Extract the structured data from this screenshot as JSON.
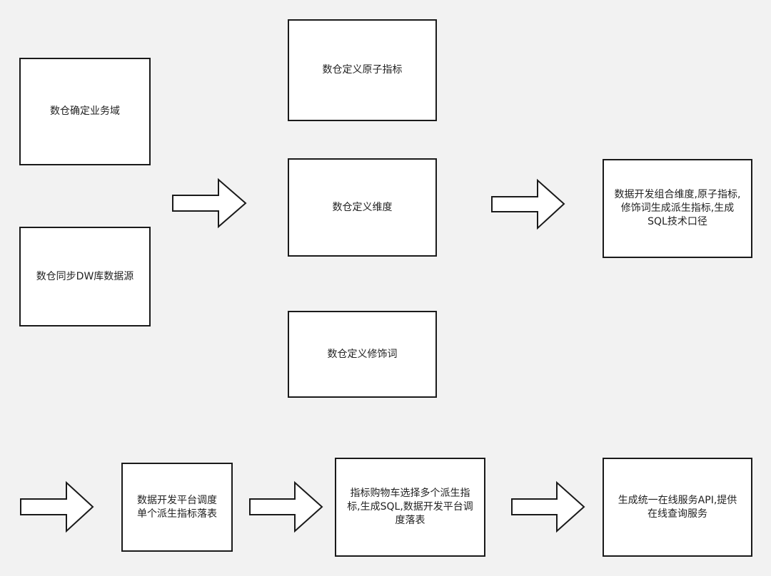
{
  "boxes": {
    "confirm_domain": "数仓确定业务域",
    "sync_source": "数仓同步DW库数据源",
    "atomic_metric": "数仓定义原子指标",
    "dimension": "数仓定义维度",
    "modifier": "数仓定义修饰词",
    "combine_sql": "数据开发组合维度,原子指标,\n修饰词生成派生指标,生成\nSQL技术口径",
    "schedule_single": "数据开发平台调度\n单个派生指标落表",
    "cart_select": "指标购物车选择多个派生指\n标,生成SQL,数据开发平台调\n度落表",
    "api_service": "生成统一在线服务API,提供\n在线查询服务"
  },
  "colors": {
    "background": "#f2f2f2",
    "box_fill": "#ffffff",
    "stroke": "#1a1a1a"
  }
}
